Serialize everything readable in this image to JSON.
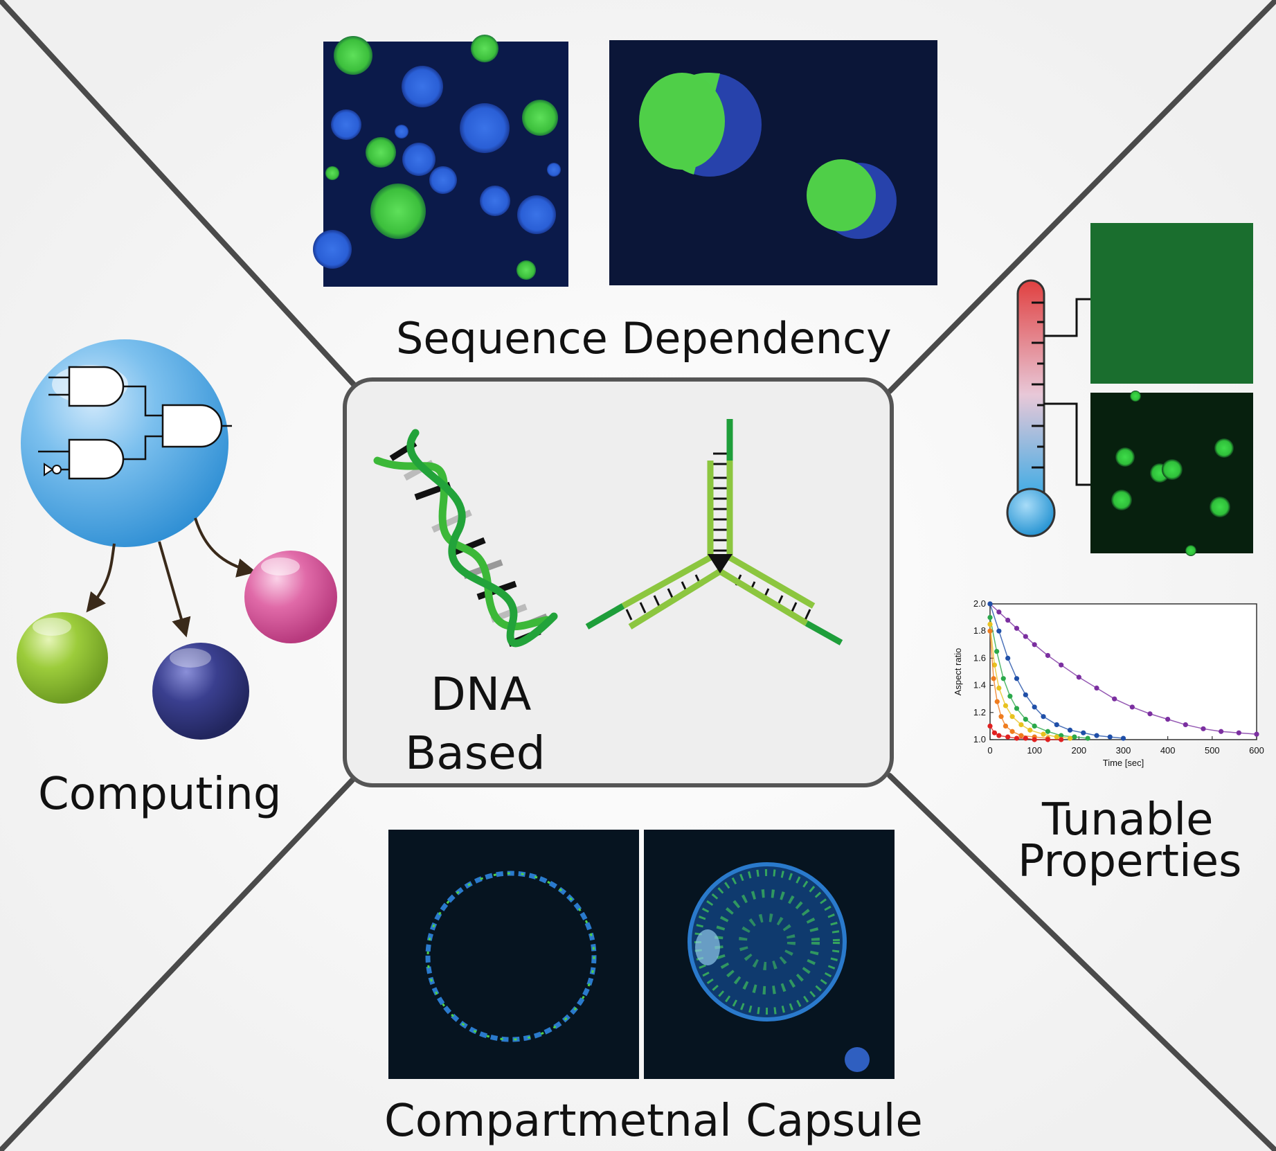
{
  "labels": {
    "center_line1": "DNA",
    "center_line2": "Based",
    "sequence": "Sequence Dependency",
    "computing": "Computing",
    "tunable_line1": "Tunable",
    "tunable_line2": "Properties",
    "capsule": "Compartmetnal Capsule"
  },
  "colors": {
    "dna_dark_green": "#1e9e3a",
    "dna_light_green": "#8cc63f",
    "micro_blue_bg": "#0b1a4a",
    "micro_green": "#4fd04a",
    "micro_blue_drop": "#2a5fd6",
    "ball_green": "#9ccc3b",
    "ball_navy": "#3a3f8f",
    "ball_pink": "#e06aa8",
    "circuit_ball": "#5aaee6",
    "therm_hot": "#e04040",
    "therm_cold": "#2aa8e6"
  },
  "chart_data": {
    "type": "scatter",
    "xlabel": "Time [sec]",
    "ylabel": "Aspect ratio",
    "xlim": [
      0,
      600
    ],
    "ylim": [
      1.0,
      2.0
    ],
    "xticks": [
      0,
      100,
      200,
      300,
      400,
      500,
      600
    ],
    "yticks": [
      1.0,
      1.2,
      1.4,
      1.6,
      1.8,
      2.0
    ],
    "series": [
      {
        "color": "#7b2fa0",
        "x": [
          0,
          20,
          40,
          60,
          80,
          100,
          130,
          160,
          200,
          240,
          280,
          320,
          360,
          400,
          440,
          480,
          520,
          560,
          600
        ],
        "y": [
          2.0,
          1.94,
          1.88,
          1.82,
          1.76,
          1.7,
          1.62,
          1.55,
          1.46,
          1.38,
          1.3,
          1.24,
          1.19,
          1.15,
          1.11,
          1.08,
          1.06,
          1.05,
          1.04
        ]
      },
      {
        "color": "#1f4fa8",
        "x": [
          0,
          20,
          40,
          60,
          80,
          100,
          120,
          150,
          180,
          210,
          240,
          270,
          300
        ],
        "y": [
          2.0,
          1.8,
          1.6,
          1.45,
          1.33,
          1.24,
          1.17,
          1.11,
          1.07,
          1.05,
          1.03,
          1.02,
          1.01
        ]
      },
      {
        "color": "#2aa84a",
        "x": [
          0,
          15,
          30,
          45,
          60,
          80,
          100,
          130,
          160,
          190,
          220
        ],
        "y": [
          1.9,
          1.65,
          1.45,
          1.32,
          1.23,
          1.15,
          1.1,
          1.06,
          1.03,
          1.02,
          1.01
        ]
      },
      {
        "color": "#e8c21e",
        "x": [
          0,
          10,
          20,
          35,
          50,
          70,
          90,
          120,
          150,
          180
        ],
        "y": [
          1.85,
          1.55,
          1.38,
          1.25,
          1.17,
          1.11,
          1.07,
          1.04,
          1.02,
          1.01
        ]
      },
      {
        "color": "#ef7c1e",
        "x": [
          0,
          8,
          16,
          25,
          35,
          50,
          70,
          100,
          130
        ],
        "y": [
          1.8,
          1.45,
          1.28,
          1.17,
          1.1,
          1.06,
          1.03,
          1.02,
          1.01
        ]
      },
      {
        "color": "#e02020",
        "x": [
          0,
          10,
          20,
          40,
          60,
          80,
          100,
          130,
          160
        ],
        "y": [
          1.1,
          1.05,
          1.03,
          1.02,
          1.01,
          1.01,
          1.0,
          1.0,
          1.0
        ]
      }
    ]
  }
}
